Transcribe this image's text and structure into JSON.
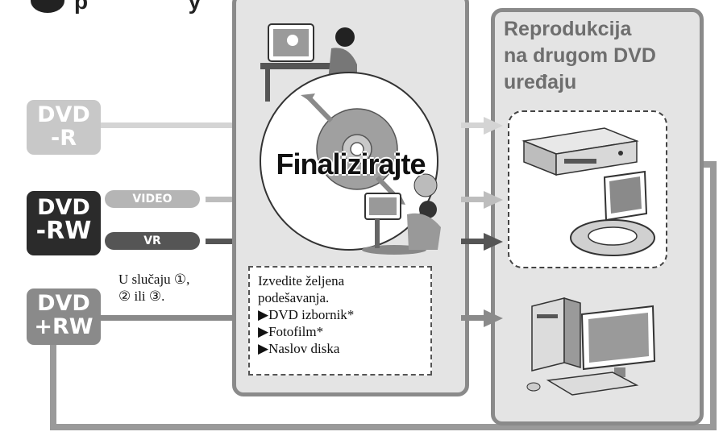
{
  "header": {
    "title_fragment": "p                y                         y (     )"
  },
  "media": {
    "dvd_r": {
      "line1": "DVD",
      "line2": "-R"
    },
    "dvd_rw": {
      "line1": "DVD",
      "line2": "-RW",
      "modes": [
        "VIDEO",
        "VR"
      ]
    },
    "dvd_plus_rw": {
      "line1": "DVD",
      "line2": "+RW"
    }
  },
  "condition_note": {
    "line1": "U slučaju ①,",
    "line2": "② ili ③."
  },
  "center": {
    "disc_label": "Finalizirajte",
    "settings": {
      "intro_line1": "Izvedite željena",
      "intro_line2": "podešavanja.",
      "items": [
        "▶DVD izbornik*",
        "▶Fotofilm*",
        "▶Naslov diska"
      ]
    }
  },
  "right": {
    "heading_line1": "Reprodukcija",
    "heading_line2": "na drugom DVD",
    "heading_line3": "uređaju"
  },
  "colors": {
    "dvd_r": "#c8c8c8",
    "dvd_rw": "#2b2b2b",
    "dvd_plus_rw": "#8a8a8a",
    "panel_bg": "#e4e4e4",
    "panel_border": "#8a8a8a"
  }
}
